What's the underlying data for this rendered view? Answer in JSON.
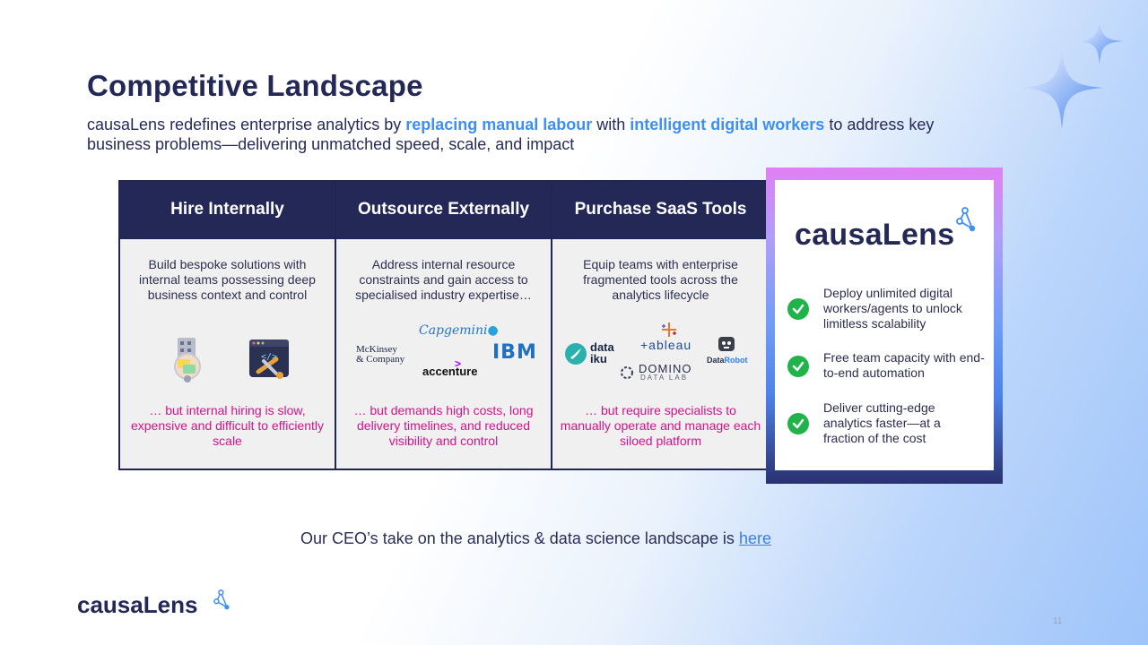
{
  "slide": {
    "title": "Competitive Landscape",
    "subtitle_parts": {
      "p1": "causaLens redefines enterprise analytics by ",
      "hl1": "replacing manual labour",
      "p2": " with ",
      "hl2": "intelligent digital workers",
      "p3": " to address key business problems—delivering unmatched speed, scale, and impact"
    },
    "page_number": "11"
  },
  "columns": [
    {
      "header": "Hire Internally",
      "description": "Build bespoke solutions with internal teams possessing deep business context and control",
      "note": "… but internal hiring is slow, expensive and difficult to efficiently scale"
    },
    {
      "header": "Outsource Externally",
      "description": "Address internal resource constraints and gain access to specialised industry expertise…",
      "note": "… but demands high costs, long delivery timelines, and reduced visibility and control",
      "logos": {
        "capgemini": "Capgemini",
        "mckinsey_line1": "McKinsey",
        "mckinsey_line2": "& Company",
        "ibm": "IBM",
        "accenture": "accenture"
      }
    },
    {
      "header": "Purchase SaaS Tools",
      "description": "Equip teams with enterprise fragmented tools across the analytics lifecycle",
      "note": "… but require specialists to manually operate and manage each siloed platform",
      "logos": {
        "dataiku_line1": "data",
        "dataiku_line2": "iku",
        "tableau": "+ableau",
        "domino_line1": "DOMINO",
        "domino_line2": "DATA LAB",
        "datarobot_a": "Data",
        "datarobot_b": "Robot"
      }
    }
  ],
  "causalens_panel": {
    "brand": "causaLens",
    "items": [
      "Deploy unlimited digital workers/agents to unlock limitless scalability",
      "Free team capacity with end-to-end automation",
      "Deliver cutting-edge analytics faster—at a fraction of the cost"
    ]
  },
  "footer": {
    "ceo_text": "Our CEO’s take on the analytics & data science landscape is ",
    "ceo_link": "here",
    "brand": "causaLens"
  },
  "colors": {
    "navy": "#232857",
    "accent_blue": "#3f8ef2",
    "magenta_note": "#d3128a",
    "check_green": "#20b34a"
  },
  "icons": [
    "sparkle-icon",
    "building-chat-icon",
    "code-tools-icon",
    "check-icon",
    "causalens-network-icon"
  ]
}
